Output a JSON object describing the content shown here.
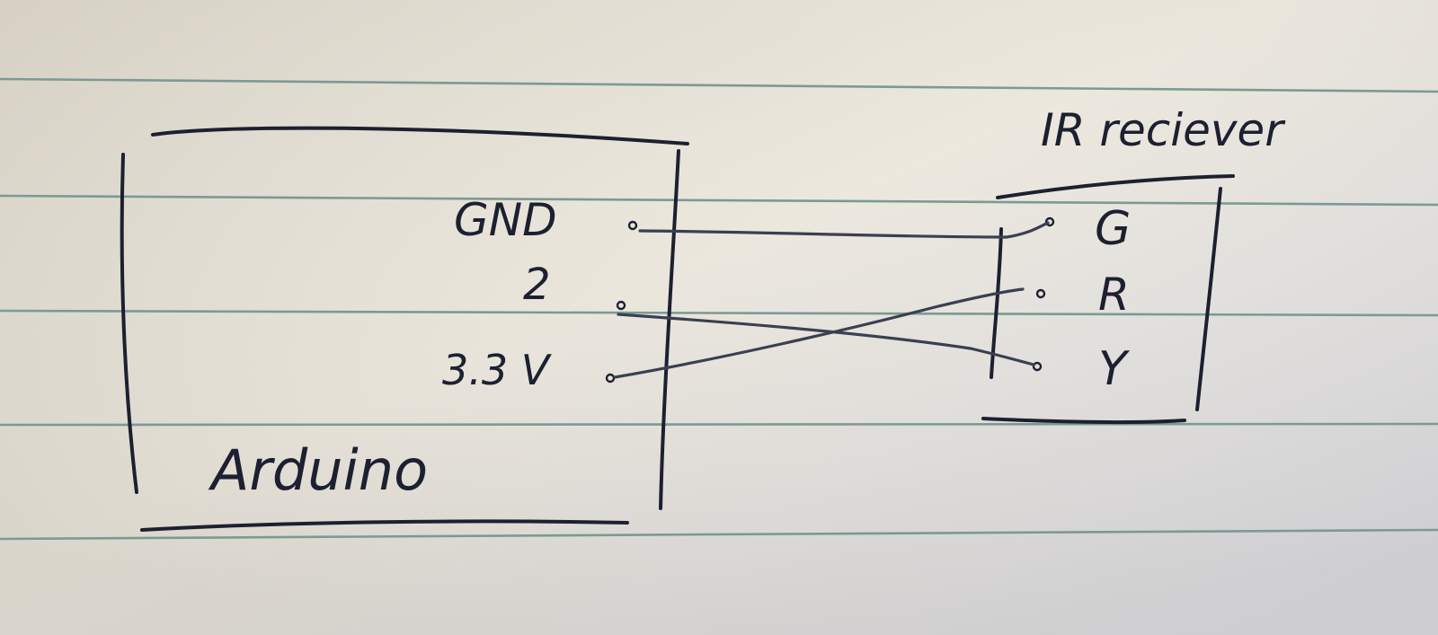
{
  "diagram": {
    "arduino": {
      "label": "Arduino",
      "pins": [
        {
          "id": "gnd",
          "label": "GND"
        },
        {
          "id": "pin2",
          "label": "2"
        },
        {
          "id": "v33",
          "label": "3.3 V"
        }
      ]
    },
    "ir_receiver": {
      "label": "IR reciever",
      "pins": [
        {
          "id": "g",
          "label": "G"
        },
        {
          "id": "r",
          "label": "R"
        },
        {
          "id": "y",
          "label": "Y"
        }
      ]
    },
    "connections": [
      {
        "from": "GND",
        "to": "G"
      },
      {
        "from": "2",
        "to": "Y"
      },
      {
        "from": "3.3 V",
        "to": "R"
      }
    ]
  },
  "colors": {
    "ink": "#1c2030",
    "paper": "#e8e3d8",
    "rule": "#7b9a93"
  }
}
